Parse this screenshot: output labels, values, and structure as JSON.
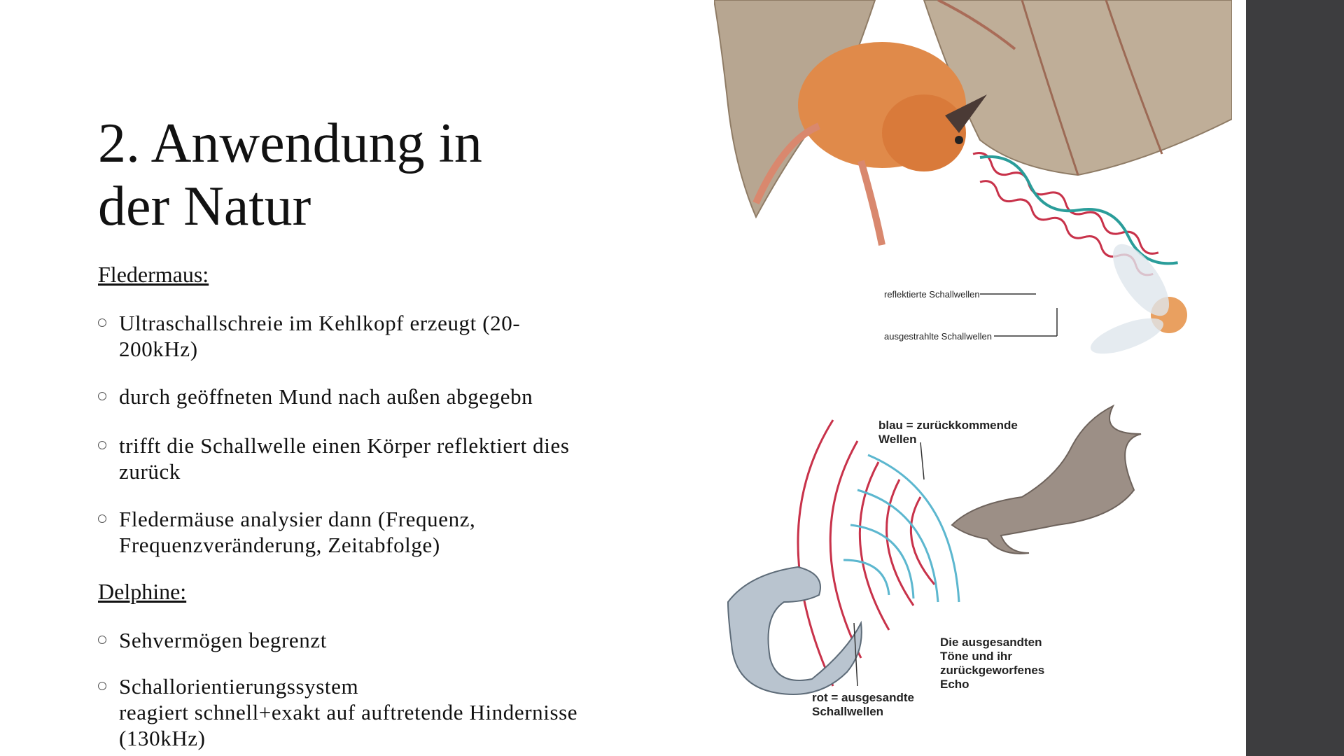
{
  "slide": {
    "title_line1": "2. Anwendung in",
    "title_line2": "der Natur"
  },
  "bat_section": {
    "heading": "Fledermaus:",
    "bullets": [
      {
        "line1": "Ultraschallschreie im Kehlkopf  erzeugt (20-",
        "line2": "200kHz)"
      },
      {
        "line1": "durch geöffneten Mund nach außen abgegebn",
        "line2": ""
      },
      {
        "line1": "trifft die Schallwelle einen Körper reflektiert dies",
        "line2": "zurück"
      },
      {
        "line1": "Fledermäuse analysier dann (Frequenz,",
        "line2": "Frequenzveränderung,  Zeitabfolge)"
      }
    ]
  },
  "dolphin_section": {
    "heading": "Delphine:",
    "bullets": [
      {
        "line1": "Sehvermögen begrenzt",
        "line2": "",
        "line3": ""
      },
      {
        "line1": "Schallorientierungssystem",
        "line2": "reagiert schnell+exakt auf auftretende Hindernisse",
        "line3": "(130kHz)"
      }
    ]
  },
  "bat_figure": {
    "label_reflected": "reflektierte Schallwellen",
    "label_emitted": "ausgestrahlte Schallwellen"
  },
  "dolphin_figure": {
    "label_blue_line1": "blau = zurückkommende",
    "label_blue_line2": "Wellen",
    "label_echo_line1": "Die ausgesandten",
    "label_echo_line2": "Töne und ihr",
    "label_echo_line3": "zurückgeworfenes",
    "label_echo_line4": "Echo",
    "label_red_line1": "rot = ausgesandte",
    "label_red_line2": "Schallwellen"
  },
  "colors": {
    "sidebar": "#3d3d3f",
    "wave_red": "#c8324a",
    "wave_teal": "#2a9d9a",
    "wave_blue": "#5cb7cf"
  }
}
